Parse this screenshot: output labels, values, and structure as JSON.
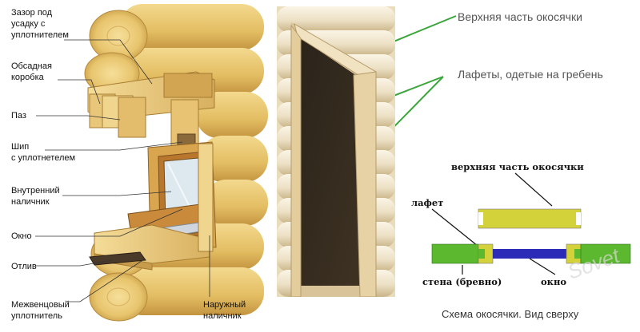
{
  "left_labels": {
    "gap": [
      "Зазор под",
      "усадку с",
      "уплотнителем"
    ],
    "casing": [
      "Обсадная",
      "коробка"
    ],
    "groove": [
      "Паз"
    ],
    "tenon": [
      "Шип",
      "с уплотнетелем"
    ],
    "inner_trim": [
      "Внутренний",
      "наличник"
    ],
    "window": [
      "Окно"
    ],
    "sill": [
      "Отлив"
    ],
    "seal": [
      "Межвенцовый",
      "уплотнитель"
    ],
    "outer_trim": [
      "Наружный",
      "наличник"
    ]
  },
  "photo_labels": {
    "top_part": "Верхняя часть окосячки",
    "carriages": "Лафеты, одетые на гребень"
  },
  "scheme": {
    "top_part": "верхняя часть окосячки",
    "lafet": "лафет",
    "wall": "стена (бревно)",
    "window": "окно",
    "caption": "Схема окосячки. Вид сверху"
  },
  "watermark": "Sovet",
  "colors": {
    "log": "#e8c56e",
    "wood_dark": "#b98a3a",
    "green_line": "#3aa63a",
    "scheme_green": "#5cb82e",
    "scheme_yellow": "#d4d23a",
    "scheme_blue": "#2b2bb8"
  }
}
